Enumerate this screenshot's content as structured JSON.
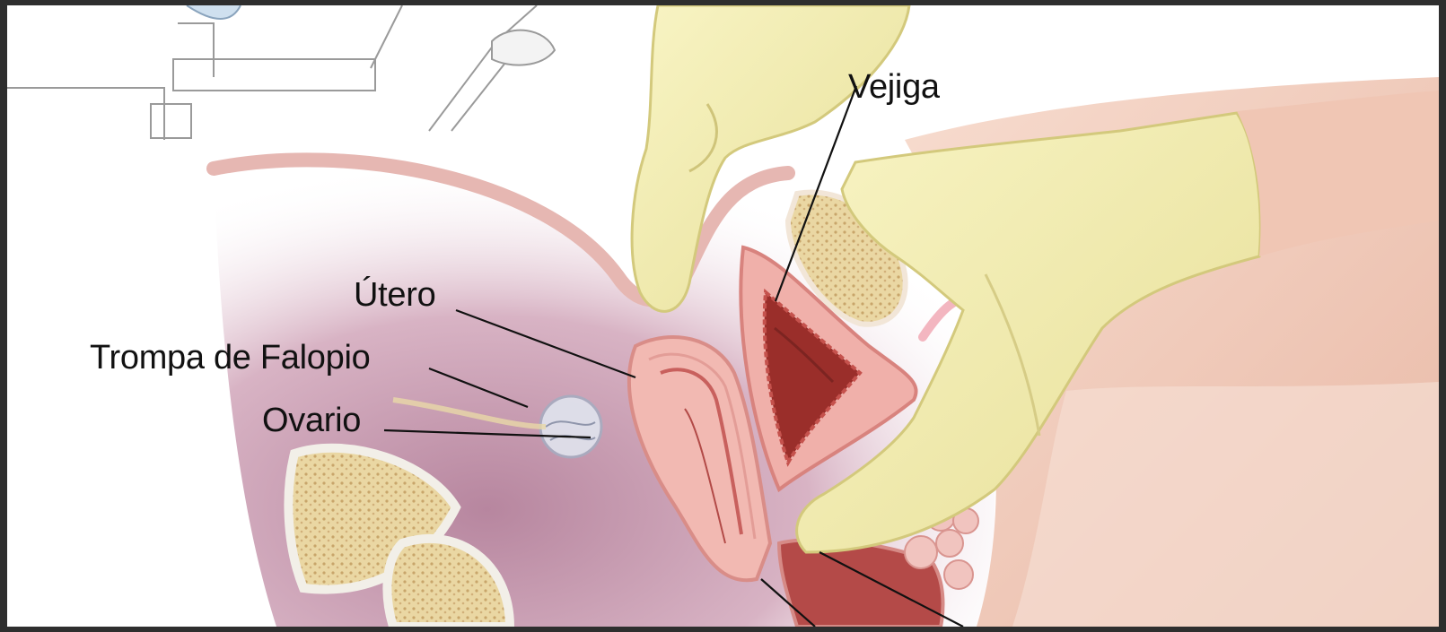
{
  "labels": {
    "vejiga": "Vejiga",
    "utero": "Útero",
    "trompa": "Trompa de Falopio",
    "ovario": "Ovario"
  },
  "colors": {
    "background": "#ffffff",
    "frame": "#2e2e2e",
    "glove": "#f4efb0",
    "skin": "#f2cfc0",
    "uterus": "#f0b3ae",
    "cavity": "#9a2e2a",
    "bone_fill": "#e8d49c",
    "pelvic_cavity": "#b9879f",
    "leader_line": "#111111"
  }
}
